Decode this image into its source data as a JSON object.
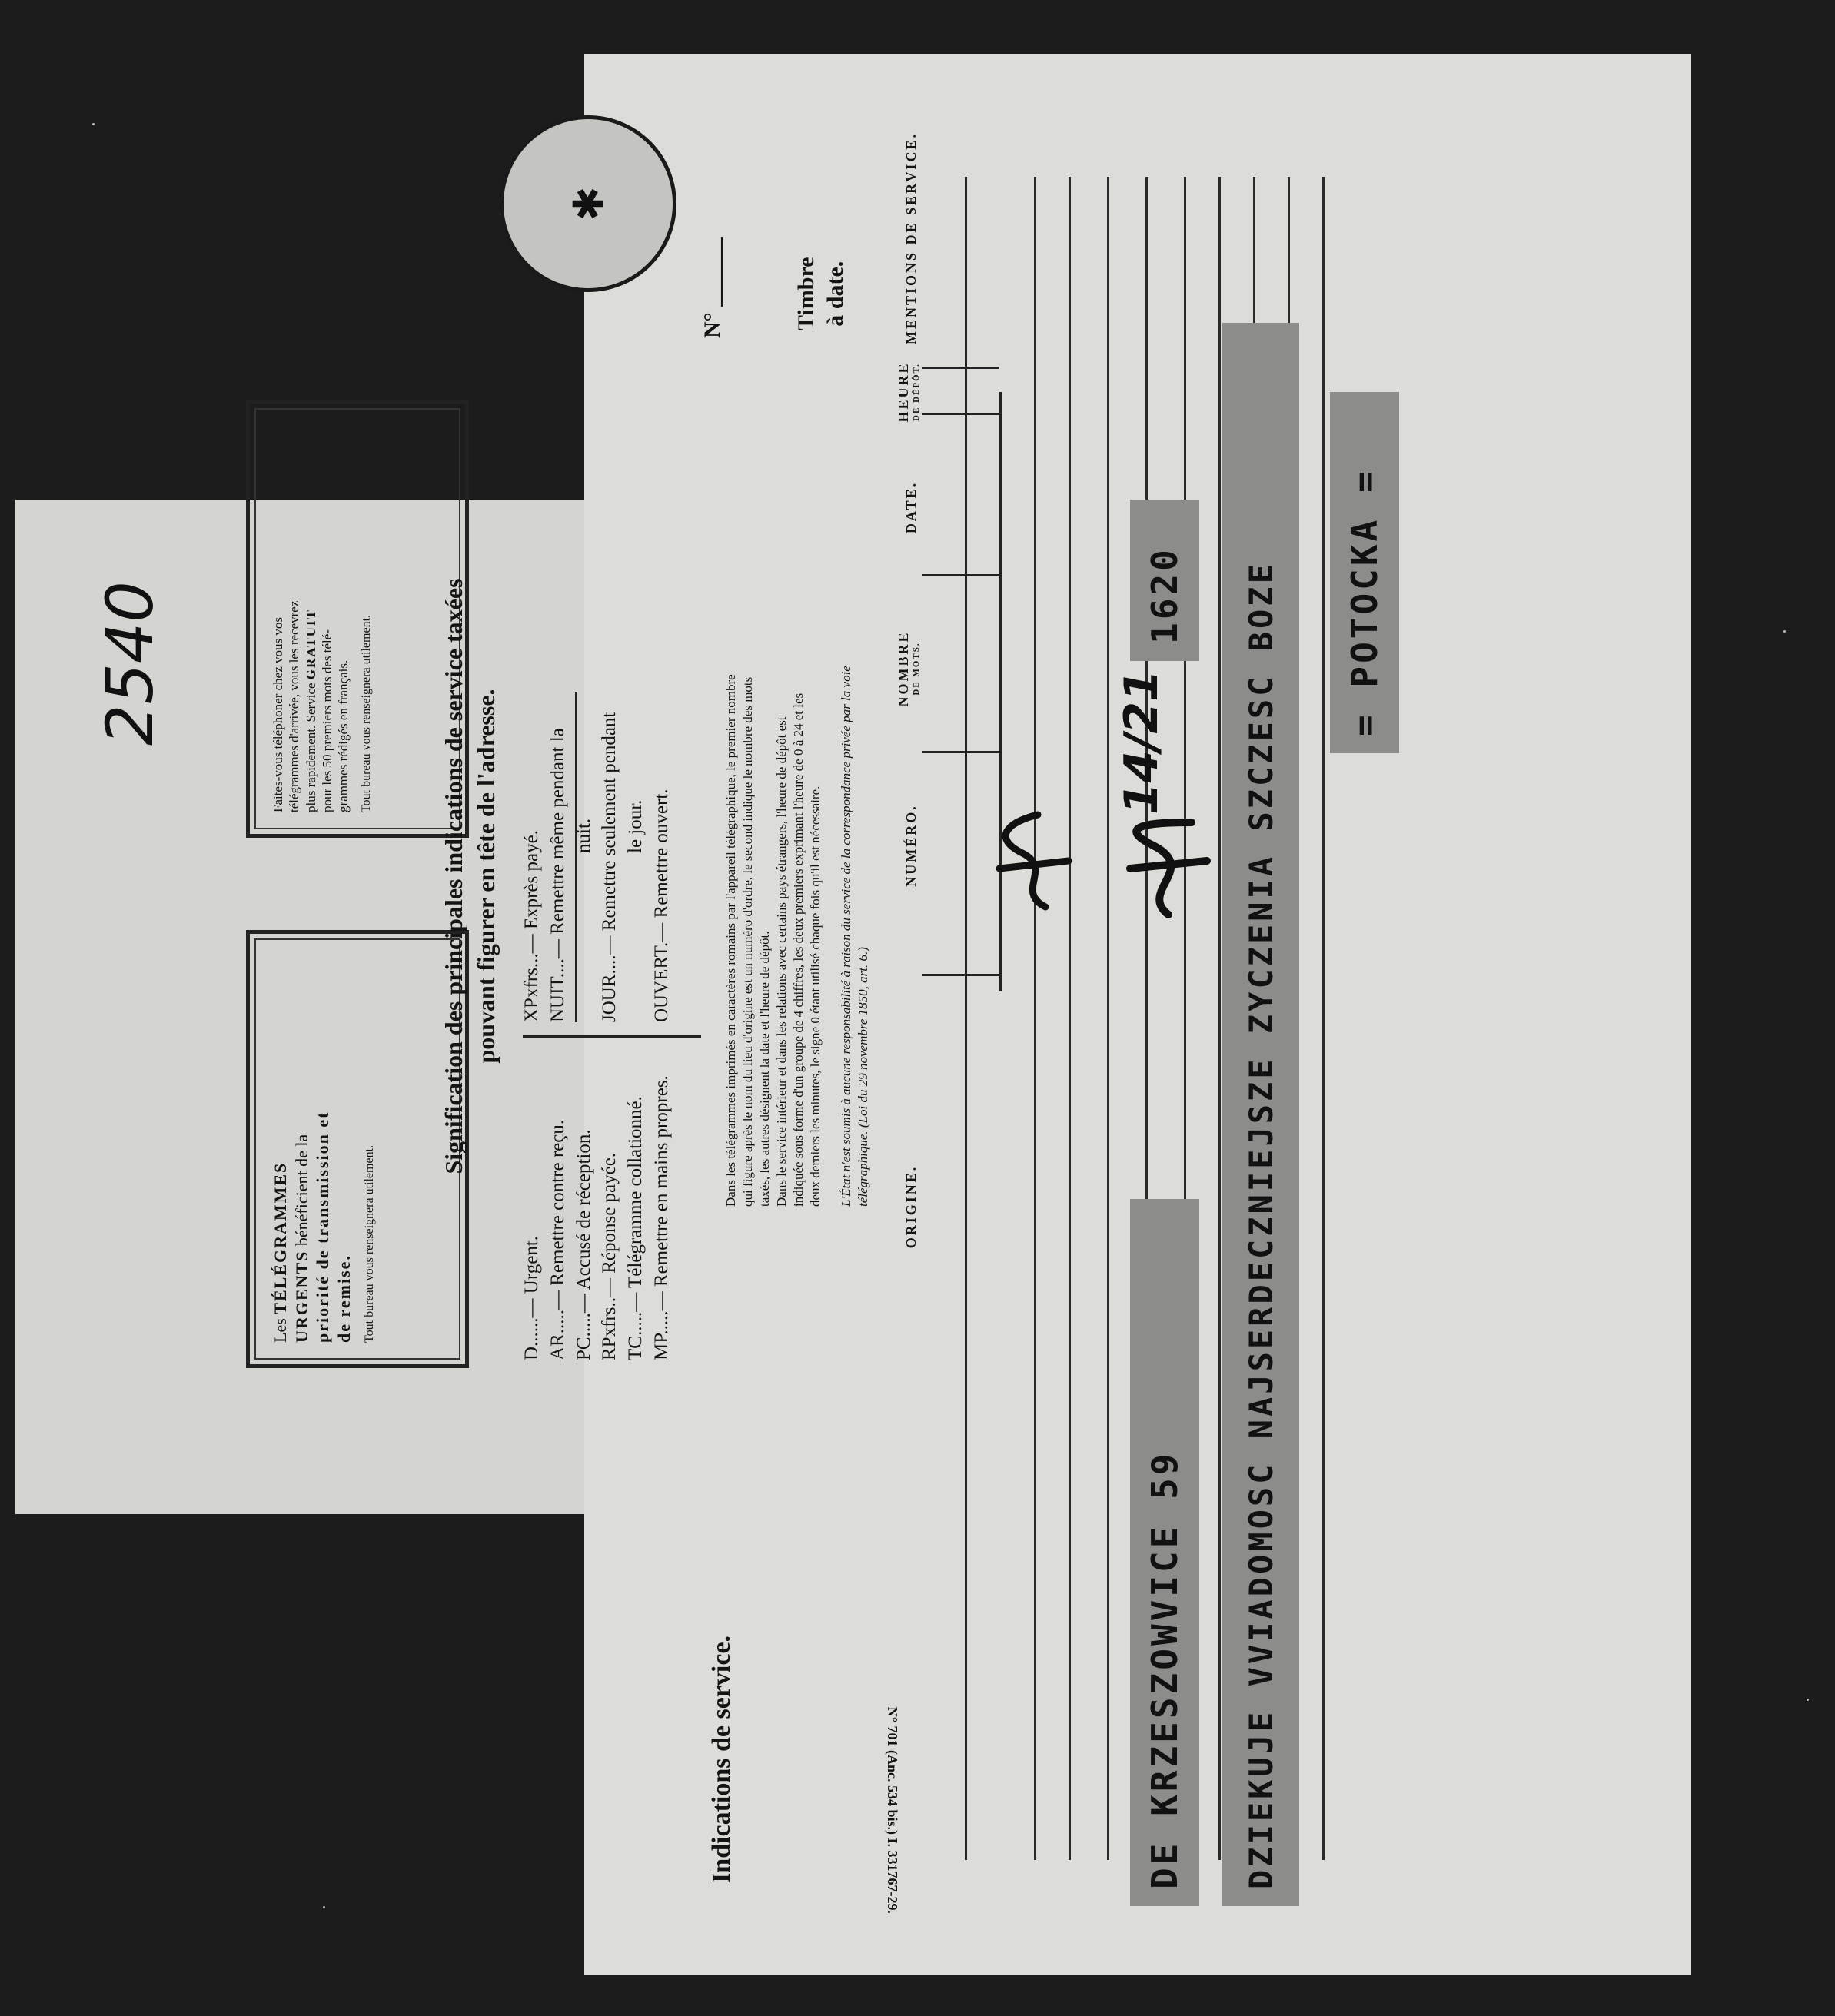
{
  "handwritten": {
    "catalog_number": "2540"
  },
  "box_left": {
    "line1_prefix": "Les",
    "line1_bold": "TÉLÉGRAMMES",
    "line2_bold": "URGENTS",
    "line2_rest": "bénéficient de la",
    "line3": "priorité de transmission et",
    "line4": "de remise.",
    "footer": "Tout bureau vous renseignera utilement."
  },
  "box_right": {
    "line1": "Faites-vous téléphoner chez vous vos",
    "line2": "télégrammes d'arrivée, vous les recevrez",
    "line3_prefix": "plus rapidement. Service",
    "line3_bold": "GRATUIT",
    "line4": "pour les 50 premiers mots des télé-",
    "line5": "grammes rédigés en français.",
    "footer": "Tout bureau vous renseignera utilement."
  },
  "heading": {
    "line1": "Signification des principales indications de service taxées",
    "line2": "pouvant figurer en tête de l'adresse."
  },
  "codes_left": [
    "D......— Urgent.",
    "AR.....— Remettre contre reçu.",
    "PC.....— Accusé de réception.",
    "RPxfrs..— Réponse payée.",
    "TC.....— Télégramme collationné.",
    "MP.....— Remettre en mains propres."
  ],
  "codes_right": [
    "XPxfrs...— Exprès payé.",
    "NUIT....— Remettre même pendant la",
    "nuit.",
    "JOUR....— Remettre seulement pendant",
    "le jour.",
    "OUVERT.— Remettre ouvert."
  ],
  "paragraph1": {
    "lines": [
      "Dans les télégrammes imprimés en caractères romains par l'appareil télégraphique, le premier nombre",
      "qui figure après le nom du lieu d'origine est un numéro d'ordre, le second indique le nombre des mots",
      "taxés, les autres désignent la date et l'heure de dépôt.",
      "Dans le service intérieur et dans les relations avec certains pays étrangers, l'heure de dépôt est",
      "indiquée sous forme d'un groupe de 4 chiffres, les deux premiers exprimant l'heure de 0 à 24 et les",
      "deux derniers les minutes, le signe 0 étant utilisé chaque fois qu'il est nécessaire."
    ]
  },
  "paragraph2": {
    "line1": "L'État n'est soumis à aucune responsabilité à raison du service de la correspondance privée par la voie",
    "line2": "télégraphique. (Loi du 29 novembre 1850, art. 6.)"
  },
  "indications_label": "Indications de service.",
  "numero_field": "N° ______",
  "timbre": {
    "line1": "Timbre",
    "line2": "à date."
  },
  "columns": {
    "origine": "ORIGINE.",
    "numero": "NUMÉRO.",
    "nombre": "NOMBRE",
    "nombre_sub": "DE MOTS.",
    "date": "DATE.",
    "heure": "HEURE",
    "heure_sub": "DE DÉPÔT.",
    "mentions": "MENTIONS DE SERVICE."
  },
  "imprint": "N° 701 (Anc. 534 bis.) I. 331767-29.",
  "telegram": {
    "origin_line": "DE  KRZESZOWVICE 59",
    "handwritten_date": "14/21",
    "time": "1620",
    "body_line1": "DZIEKUJE VVIADOMOSC NAJSERDECZNIEJSZE  ZYCZENIA SZCZESC BOZE",
    "signature": "= POTOCKA ="
  },
  "colors": {
    "paper": "#dcdcd8",
    "ink": "#141414",
    "strip": "#8c8c8a",
    "background": "#1c1c1c"
  }
}
